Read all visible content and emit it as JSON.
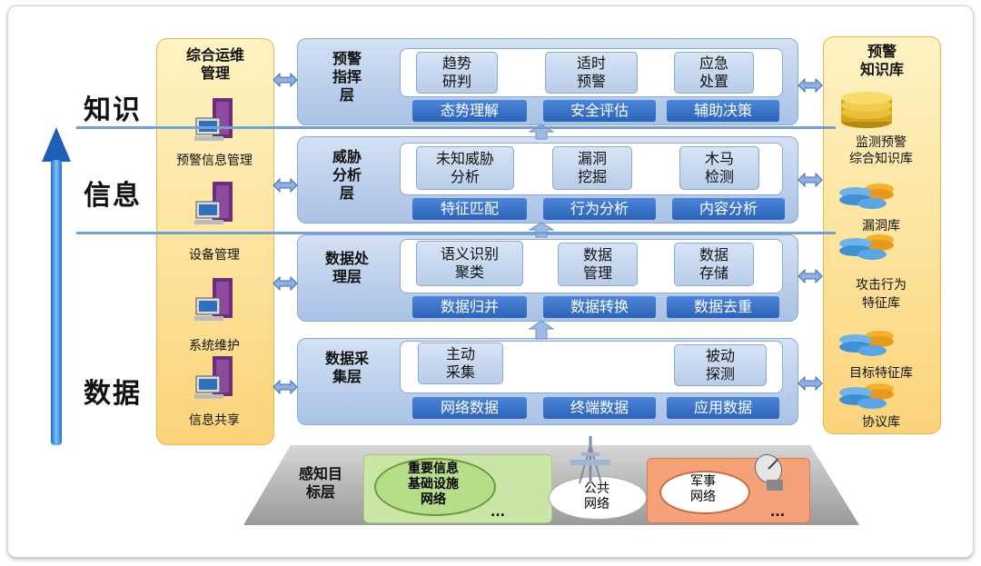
{
  "axis": {
    "top": "知识",
    "middle": "信息",
    "bottom": "数据"
  },
  "left_panel": {
    "title": "综合运维\n管理",
    "items": [
      "预警信息管理",
      "设备管理",
      "系统维护",
      "信息共享"
    ]
  },
  "right_panel": {
    "title": "预警\n知识库",
    "items": [
      "监测预警\n综合知识库",
      "漏洞库",
      "攻击行为\n特征库",
      "目标特征库",
      "协议库"
    ]
  },
  "layers": [
    {
      "title": "预警\n指挥\n层",
      "boxes": [
        "趋势\n研判",
        "适时\n预警",
        "应急\n处置"
      ],
      "bars": [
        "态势理解",
        "安全评估",
        "辅助决策"
      ]
    },
    {
      "title": "威胁\n分析\n层",
      "boxes": [
        "未知威胁\n分析",
        "漏洞\n挖掘",
        "木马\n检测"
      ],
      "bars": [
        "特征匹配",
        "行为分析",
        "内容分析"
      ]
    },
    {
      "title": "数据处\n理层",
      "boxes": [
        "语义识别\n聚类",
        "数据\n管理",
        "数据\n存储"
      ],
      "bars": [
        "数据归并",
        "数据转换",
        "数据去重"
      ]
    },
    {
      "title": "数据采\n集层",
      "boxes": [
        "主动\n采集",
        "被动\n探测"
      ],
      "bars": [
        "网络数据",
        "终端数据",
        "应用数据"
      ]
    }
  ],
  "bottom": {
    "title": "感知目\n标层",
    "critical": "重要信息\n基础设施\n网络",
    "public": "公共\n网络",
    "military": "军事\n网络",
    "ellipsis": "..."
  },
  "colors": {
    "blue_bar": "#2b63b8",
    "layer_bg": "#b7cdea",
    "panel": "#fbd47a",
    "green": "#c9e6a6",
    "orange": "#f5a27a"
  }
}
